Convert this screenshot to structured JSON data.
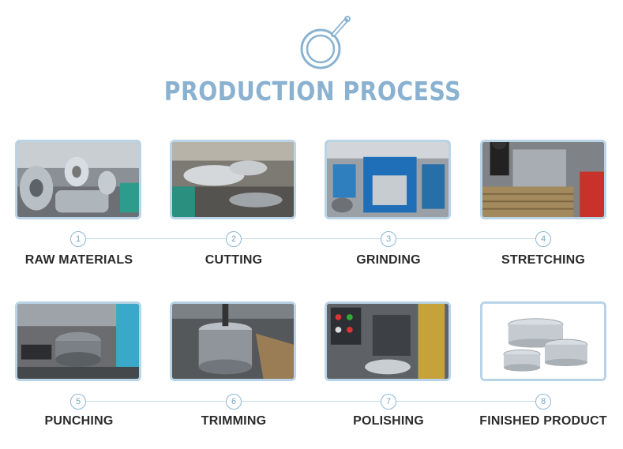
{
  "header": {
    "title": "PRODUCTION PROCESS",
    "logo_icon": "frying-pan-icon",
    "accent_color": "#8ab2d0"
  },
  "steps": [
    {
      "number": "1",
      "label": "RAW MATERIALS"
    },
    {
      "number": "2",
      "label": "CUTTING"
    },
    {
      "number": "3",
      "label": "GRINDING"
    },
    {
      "number": "4",
      "label": "STRETCHING"
    },
    {
      "number": "5",
      "label": "PUNCHING"
    },
    {
      "number": "6",
      "label": "TRIMMING"
    },
    {
      "number": "7",
      "label": "POLISHING"
    },
    {
      "number": "8",
      "label": "FINISHED PRODUCT"
    }
  ]
}
